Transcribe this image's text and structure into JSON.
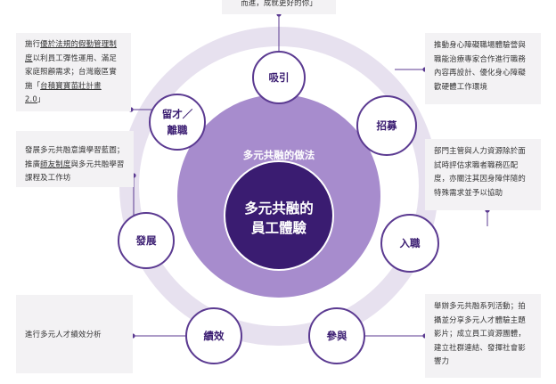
{
  "center": {
    "ring_title": "多元共融的做法",
    "core_line1": "多元共融的",
    "core_line2": "員工體驗"
  },
  "stages": {
    "attract": "吸引",
    "recruit": "招募",
    "onboard": "入職",
    "engage": "參與",
    "perform": "績效",
    "develop": "發展",
    "retain_line1": "留才／",
    "retain_line2": "離職"
  },
  "notes": {
    "top": "而進，成就更好的你」",
    "retain": {
      "t1": "施行",
      "u1": "優於法規的假勤管理制度",
      "t2": "以利員工彈性運用、滿足家庭照顧需求；台灣廠區實施「",
      "u2": "台積寶寶苗壯計畫 2.0",
      "t3": "」"
    },
    "recruit": "推動身心障礙職場體驗營與職能治療專家合作進行職務內容再設計、優化身心障礙歡硬體工作環境",
    "develop": {
      "t1": "發展多元共融意識學習藍圖；推廣",
      "u1": "師友制度",
      "t2": "與多元共融學習課程及工作坊"
    },
    "onboard": "部門主管與人力資源除於面試時評估求職者職務匹配度，亦關注其因身障伴隨的特殊需求並予以協助",
    "perform": "進行多元人才績效分析",
    "engage": "舉辦多元共融系列活動；拍攝並分享多元人才體驗主題影片；成立員工資源團體，建立社群連結、發揮社會影響力"
  },
  "colors": {
    "ring_outer": "#e7e1ef",
    "disc_mid": "#a78ccd",
    "core": "#3a1c71",
    "node_border": "#5b3a91",
    "node_text": "#3a1c71",
    "note_bg": "#f3f2f4",
    "connector": "#5b3a91"
  }
}
